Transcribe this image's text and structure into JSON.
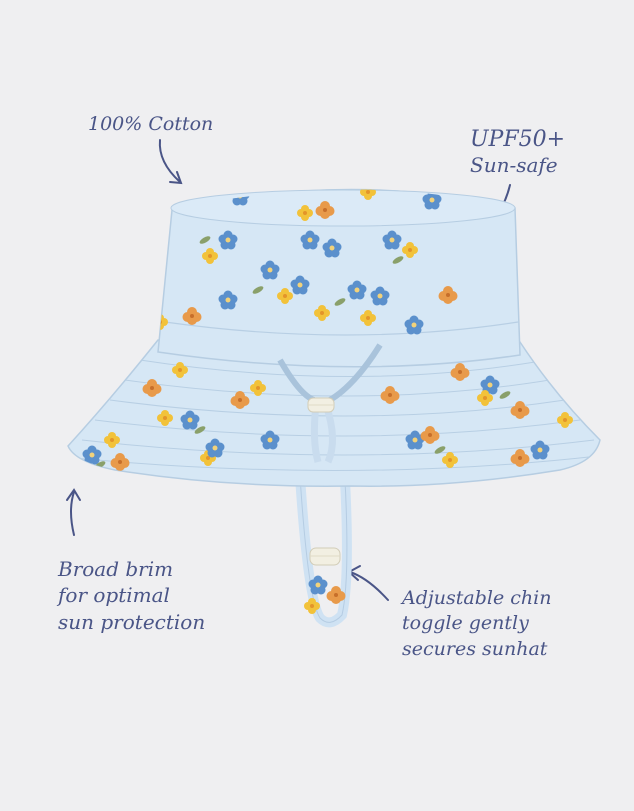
{
  "callouts": {
    "cotton": "100% Cotton",
    "upf": {
      "line1": "UPF50+",
      "line2": "Sun-safe"
    },
    "brim": {
      "line1": "Broad brim",
      "line2": "for optimal",
      "line3": "sun protection"
    },
    "chin": {
      "line1": "Adjustable chin",
      "line2": "toggle gently",
      "line3": "secures sunhat"
    }
  },
  "colors": {
    "background": "#efeff1",
    "hat_fabric": "#d6e7f5",
    "text": "#4a5587",
    "flower_blue": "#5b90cc",
    "flower_orange": "#e89a4a",
    "flower_yellow": "#f2c23a",
    "leaf": "#8aa06a",
    "toggle": "#f2efe2"
  },
  "product": {
    "image": "floral-bucket-hat"
  }
}
